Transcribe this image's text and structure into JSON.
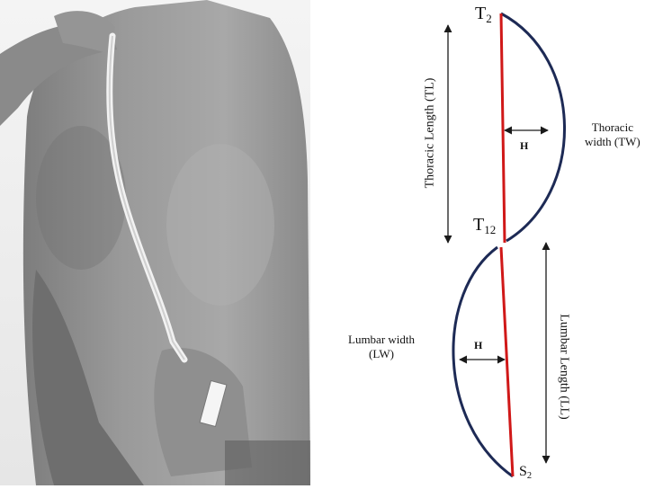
{
  "labels": {
    "top_vertebra": "T",
    "top_vertebra_sub": "2",
    "mid_vertebra": "T",
    "mid_vertebra_sub": "12",
    "bottom_vertebra": "S",
    "bottom_vertebra_sub": "2",
    "thoracic_length": "Thoracic Length (TL)",
    "lumbar_length": "Lumbar Length (LL)",
    "thoracic_width_line1": "Thoracic",
    "thoracic_width_line2": "width (TW)",
    "lumbar_width_line1": "Lumbar width",
    "lumbar_width_line2": "(LW)",
    "height_upper": "H",
    "height_lower": "H"
  },
  "colors": {
    "red_line": "#d01818",
    "curve": "#1d2a55",
    "arrow": "#1a1a1a"
  },
  "photo": {
    "description_icon": "back-photo-with-flexible-ruler"
  }
}
